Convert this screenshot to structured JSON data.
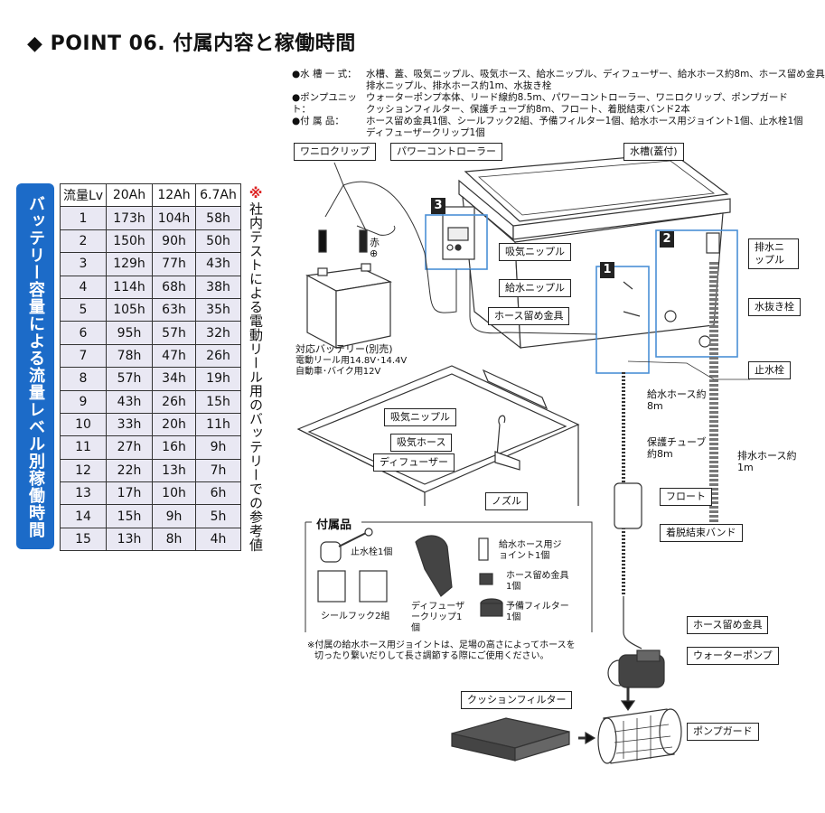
{
  "title": "◆ POINT 06. 付属内容と稼働時間",
  "contents": [
    {
      "label": "●水 槽 一 式：",
      "lines": [
        "水槽、蓋、吸気ニップル、吸気ホース、給水ニップル、ディフューザー、給水ホース約8m、ホース留め金具",
        "排水ニップル、排水ホース約1m、水抜き栓"
      ]
    },
    {
      "label": "●ポンプユニット：",
      "lines": [
        "ウォーターポンプ本体、リード線約8.5m、パワーコントローラー、ワニロクリップ、ポンプガード",
        "クッションフィルター、保護チューブ約8m、フロート、着脱結束バンド2本"
      ]
    },
    {
      "label": "●付 属 品：",
      "lines": [
        "ホース留め金具1個、シールフック2組、予備フィルター1個、給水ホース用ジョイント1個、止水栓1個",
        "ディフューザークリップ1個"
      ]
    }
  ],
  "side_label": "バッテリー容量による流量レベル別稼働時間",
  "table": {
    "headers": [
      "流量Lv",
      "20Ah",
      "12Ah",
      "6.7Ah"
    ],
    "rows": [
      [
        "1",
        "173h",
        "104h",
        "58h"
      ],
      [
        "2",
        "150h",
        "90h",
        "50h"
      ],
      [
        "3",
        "129h",
        "77h",
        "43h"
      ],
      [
        "4",
        "114h",
        "68h",
        "38h"
      ],
      [
        "5",
        "105h",
        "63h",
        "35h"
      ],
      [
        "6",
        "95h",
        "57h",
        "32h"
      ],
      [
        "7",
        "78h",
        "47h",
        "26h"
      ],
      [
        "8",
        "57h",
        "34h",
        "19h"
      ],
      [
        "9",
        "43h",
        "26h",
        "15h"
      ],
      [
        "10",
        "33h",
        "20h",
        "11h"
      ],
      [
        "11",
        "27h",
        "16h",
        "9h"
      ],
      [
        "12",
        "22h",
        "13h",
        "7h"
      ],
      [
        "13",
        "17h",
        "10h",
        "6h"
      ],
      [
        "14",
        "15h",
        "9h",
        "5h"
      ],
      [
        "15",
        "13h",
        "8h",
        "4h"
      ]
    ]
  },
  "vertical_note_mark": "※",
  "vertical_note": "社内テストによる電動リール用のバッテリーでの参考値",
  "callouts": {
    "clip": "ワニロクリップ",
    "controller": "パワーコントローラー",
    "tank": "水槽(蓋付)",
    "intake_nipple": "吸気ニップル",
    "supply_nipple": "給水ニップル",
    "hose_clamp": "ホース留め金具",
    "drain_nipple": "排水ニップル",
    "drain_plug": "水抜き栓",
    "stop_valve": "止水栓",
    "supply_hose": "給水ホース約8m",
    "protect_tube": "保護チューブ約8m",
    "drain_hose": "排水ホース約1m",
    "float": "フロート",
    "band": "着脱結束バンド",
    "hose_clamp2": "ホース留め金具",
    "pump": "ウォーターポンプ",
    "cushion": "クッションフィルター",
    "guard": "ポンプガード",
    "intake_nipple2": "吸気ニップル",
    "intake_hose": "吸気ホース",
    "diffuser": "ディフューザー",
    "nozzle": "ノズル"
  },
  "battery": {
    "red": "赤",
    "plus": "⊕",
    "title": "対応バッテリー(別売)",
    "line1": "電動リール用14.8V･14.4V",
    "line2": "自動車･バイク用12V"
  },
  "numbers": [
    "1",
    "2",
    "3"
  ],
  "accessories": {
    "title": "付属品",
    "stop_valve": "止水栓1個",
    "seal_hook": "シールフック2組",
    "diffuser_clip": "ディフューザークリップ1個",
    "joint": "給水ホース用ジョイント1個",
    "clamp": "ホース留め金具1個",
    "filter": "予備フィルター1個"
  },
  "footnote": [
    "※付属の給水ホース用ジョイントは、足場の高さによってホースを",
    "切ったり繋いだりして長さ調節する際にご使用ください。"
  ],
  "colors": {
    "accent_blue": "#1c6bc8",
    "table_fill": "#e9e8f3",
    "mark_red": "#d22222"
  }
}
